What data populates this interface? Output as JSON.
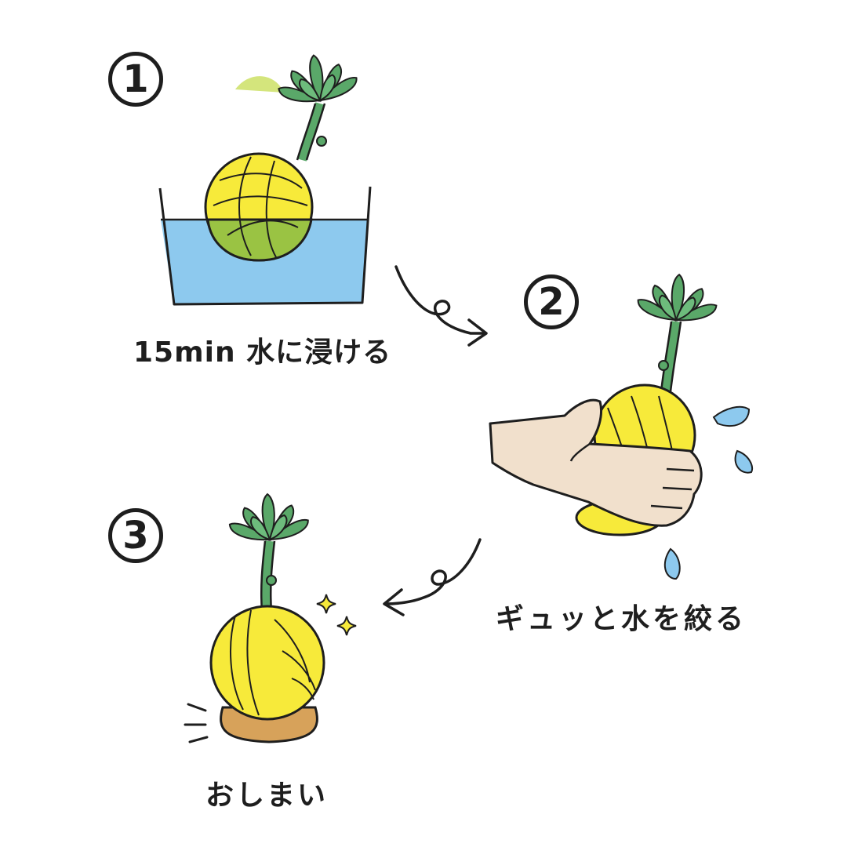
{
  "steps": [
    {
      "number": "1",
      "caption": "15min 水に浸ける"
    },
    {
      "number": "2",
      "caption": "ギュッと水を絞る"
    },
    {
      "number": "3",
      "caption": "おしまい"
    }
  ],
  "colors": {
    "moss_ball": "#f7ea3a",
    "moss_ball_wet": "#9ac343",
    "water": "#8dc9ee",
    "leaf": "#5aa869",
    "leaf_shadow": "#c9de5b",
    "hand": "#f1e0cc",
    "saucer": "#d7a25a",
    "droplet": "#8dc9ee",
    "line": "#1e1e1e"
  }
}
